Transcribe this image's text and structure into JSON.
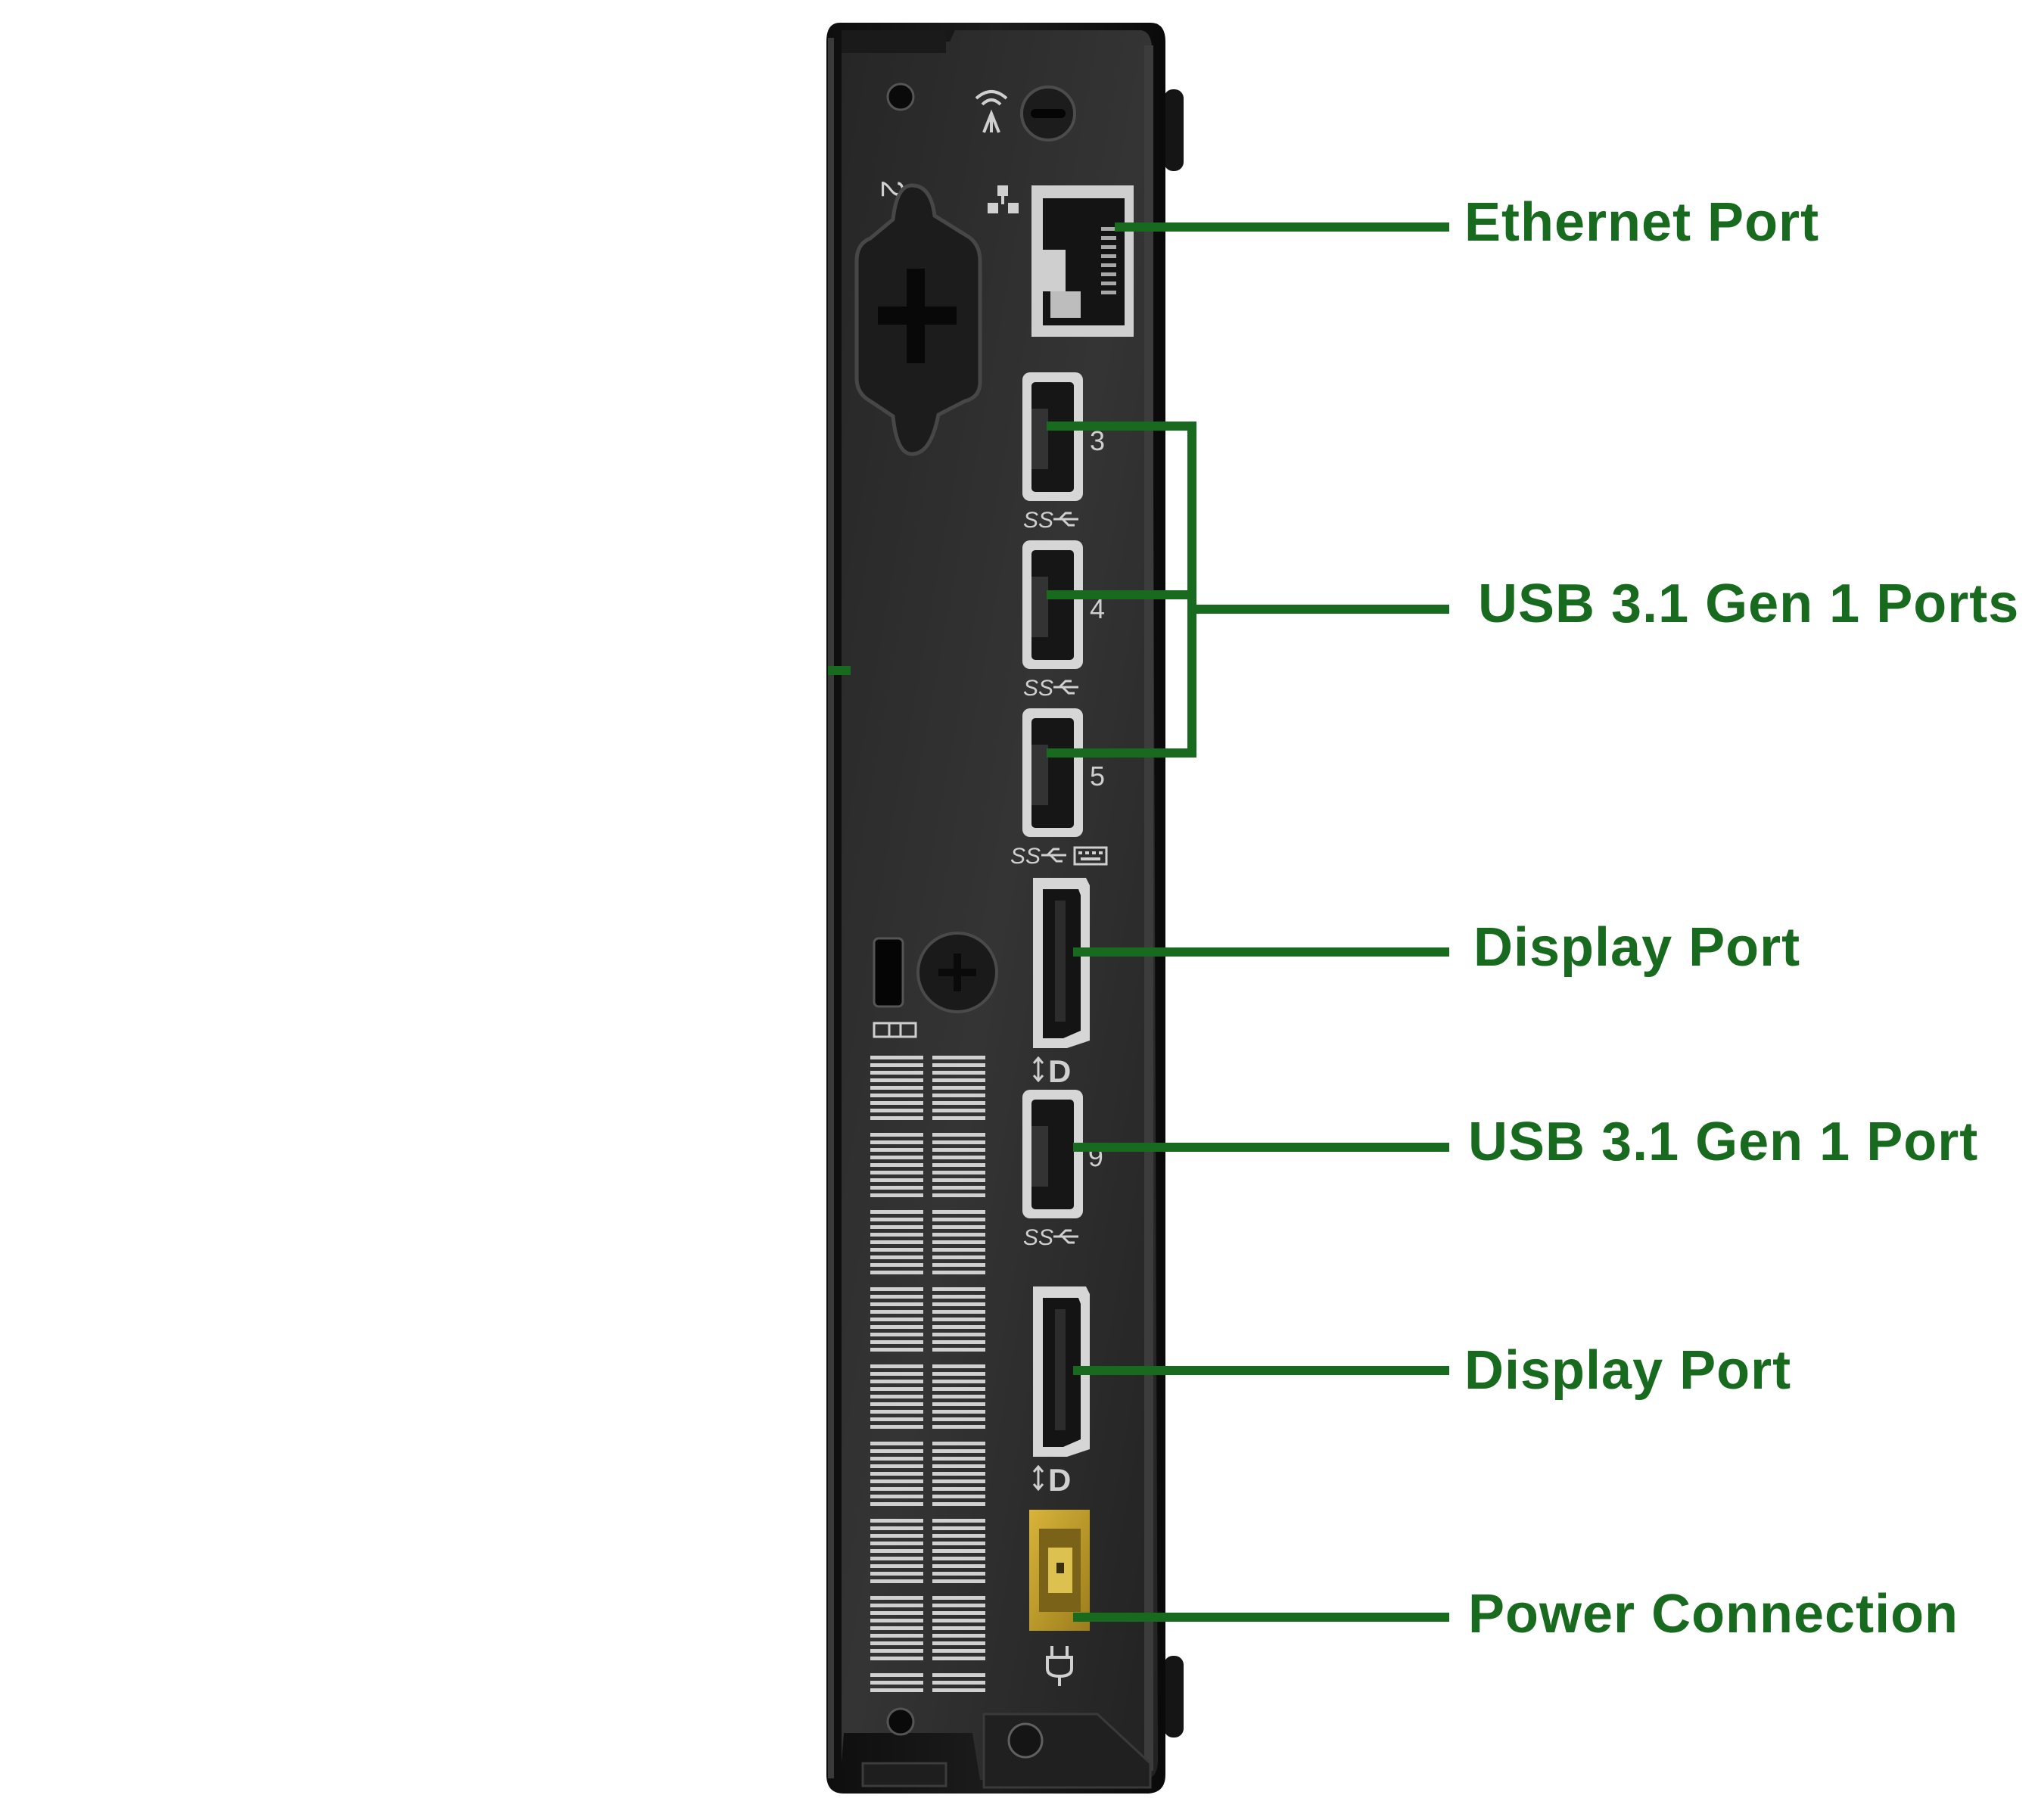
{
  "colors": {
    "callout": "#186a1e",
    "chassis": "#1a1a1a",
    "panel": "#2a2a2a",
    "port_metal": "#d4d4d4",
    "power_port": "#c8a32a"
  },
  "callouts": {
    "ethernet": "Ethernet Port",
    "usb_group": "USB 3.1 Gen 1 Ports",
    "display_port_1": "Display Port",
    "usb_single": "USB 3.1 Gen 1 Port",
    "display_port_2": "Display Port",
    "power": "Power Connection"
  },
  "device_markings": {
    "slot_number": "2",
    "usb_3": "3",
    "usb_4": "4",
    "usb_5": "5",
    "usb_6": "6",
    "ss_logo": "SS",
    "dp_logo": "D"
  },
  "icons": {
    "wifi_antenna": "wifi-antenna-icon",
    "ethernet": "network-icon",
    "usb": "usb-icon",
    "display_port": "displayport-icon",
    "power": "power-plug-icon",
    "security_lock": "lock-slot-icon"
  }
}
